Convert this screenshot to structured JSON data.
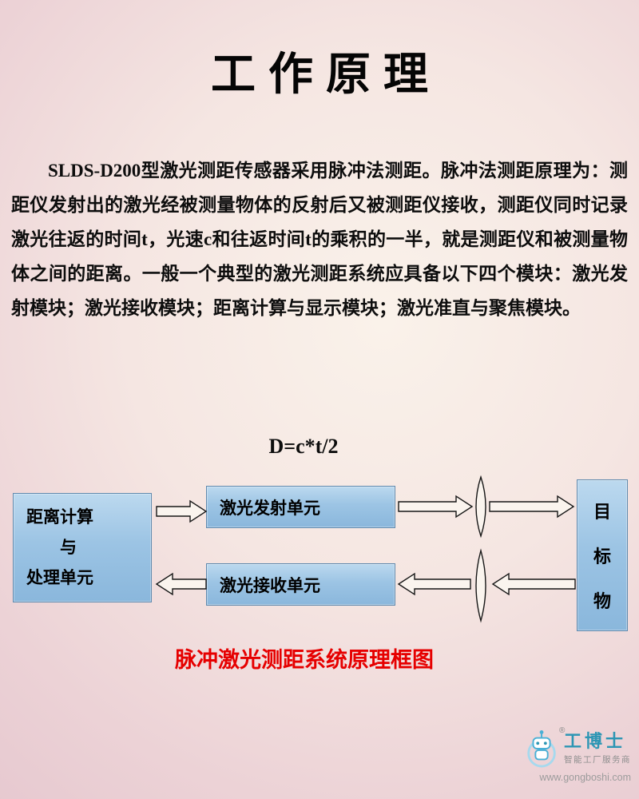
{
  "page": {
    "title": "工作原理",
    "paragraph": "SLDS-D200型激光测距传感器采用脉冲法测距。脉冲法测距原理为：测距仪发射出的激光经被测量物体的反射后又被测距仪接收，测距仪同时记录激光往返的时间t，光速c和往返时间t的乘积的一半，就是测距仪和被测量物体之间的距离。一般一个典型的激光测距系统应具备以下四个模块：激光发射模块；激光接收模块；距离计算与显示模块；激光准直与聚焦模块。",
    "formula": "D=c*t/2",
    "caption": "脉冲激光测距系统原理框图"
  },
  "diagram": {
    "left_box": {
      "lines": [
        "距离计算",
        "与",
        "处理单元"
      ]
    },
    "emit_box_label": "激光发射单元",
    "recv_box_label": "激光接收单元",
    "target_box": {
      "chars": [
        "目",
        "标",
        "物"
      ]
    },
    "icons": {
      "lens": "lens-icon",
      "arrow": "hollow-arrow-icon",
      "logo": "robot-logo-icon"
    }
  },
  "watermark": {
    "brand": "工博士",
    "registered_mark": "®",
    "subtitle": "智能工厂服务商",
    "url": "www.gongboshi.com"
  },
  "colors": {
    "box_fill_top": "#bcd9ef",
    "box_fill_bottom": "#8ab7dc",
    "box_border": "#5f89ad",
    "caption_red": "#e60000",
    "brand_teal": "#2d96b4",
    "background_center": "#faf2ea",
    "background_edge_pink": "#e1c0ca"
  }
}
